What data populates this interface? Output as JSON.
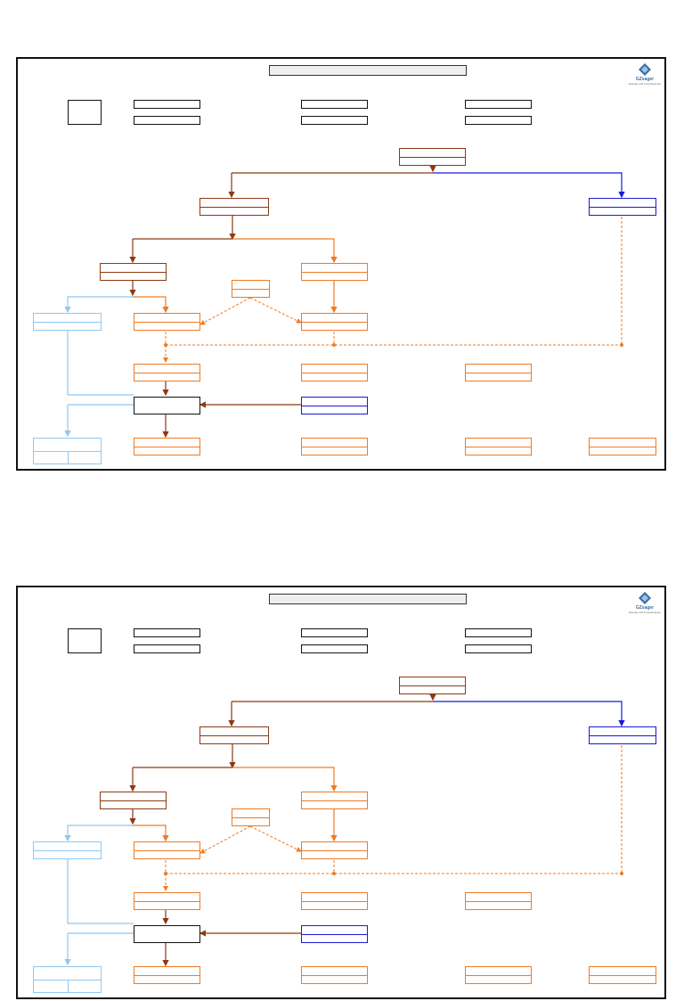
{
  "brand": {
    "name": "GZsager",
    "tagline": "Energie und Complexionen"
  },
  "colors": {
    "frame": "#111111",
    "dark_orange": "#8b3a12",
    "orange": "#f07a22",
    "blue": "#1a1ad6",
    "light_blue": "#8fc8f2",
    "black": "#111111"
  },
  "boxes": [
    {
      "id": "legend-square",
      "color": "black",
      "split": false
    },
    {
      "id": "header-1-top",
      "color": "black",
      "split": false
    },
    {
      "id": "header-1-bottom",
      "color": "black",
      "split": false
    },
    {
      "id": "header-2-top",
      "color": "black",
      "split": false
    },
    {
      "id": "header-2-bottom",
      "color": "black",
      "split": false
    },
    {
      "id": "header-3-top",
      "color": "black",
      "split": false
    },
    {
      "id": "header-3-bottom",
      "color": "black",
      "split": false
    },
    {
      "id": "root-node",
      "color": "dark_orange",
      "split": true
    },
    {
      "id": "level2-left",
      "color": "dark_orange",
      "split": true
    },
    {
      "id": "level2-right-blue",
      "color": "blue",
      "split": true
    },
    {
      "id": "level3-left",
      "color": "dark_orange",
      "split": true
    },
    {
      "id": "level3-right",
      "color": "orange",
      "split": true
    },
    {
      "id": "small-center",
      "color": "orange",
      "split": true
    },
    {
      "id": "lightblue-top",
      "color": "light_blue",
      "split": true
    },
    {
      "id": "level4-left",
      "color": "orange",
      "split": true
    },
    {
      "id": "level4-right",
      "color": "orange",
      "split": true
    },
    {
      "id": "level5-a",
      "color": "orange",
      "split": true
    },
    {
      "id": "level5-b",
      "color": "orange",
      "split": true
    },
    {
      "id": "level5-c",
      "color": "orange",
      "split": true
    },
    {
      "id": "center-black",
      "color": "black",
      "split": false
    },
    {
      "id": "blue-right",
      "color": "blue",
      "split": true
    },
    {
      "id": "lightblue-bottom",
      "color": "light_blue",
      "split": true
    },
    {
      "id": "bottom-a",
      "color": "orange",
      "split": true
    },
    {
      "id": "bottom-b",
      "color": "orange",
      "split": true
    },
    {
      "id": "bottom-c",
      "color": "orange",
      "split": true
    },
    {
      "id": "bottom-d",
      "color": "orange",
      "split": true
    }
  ]
}
